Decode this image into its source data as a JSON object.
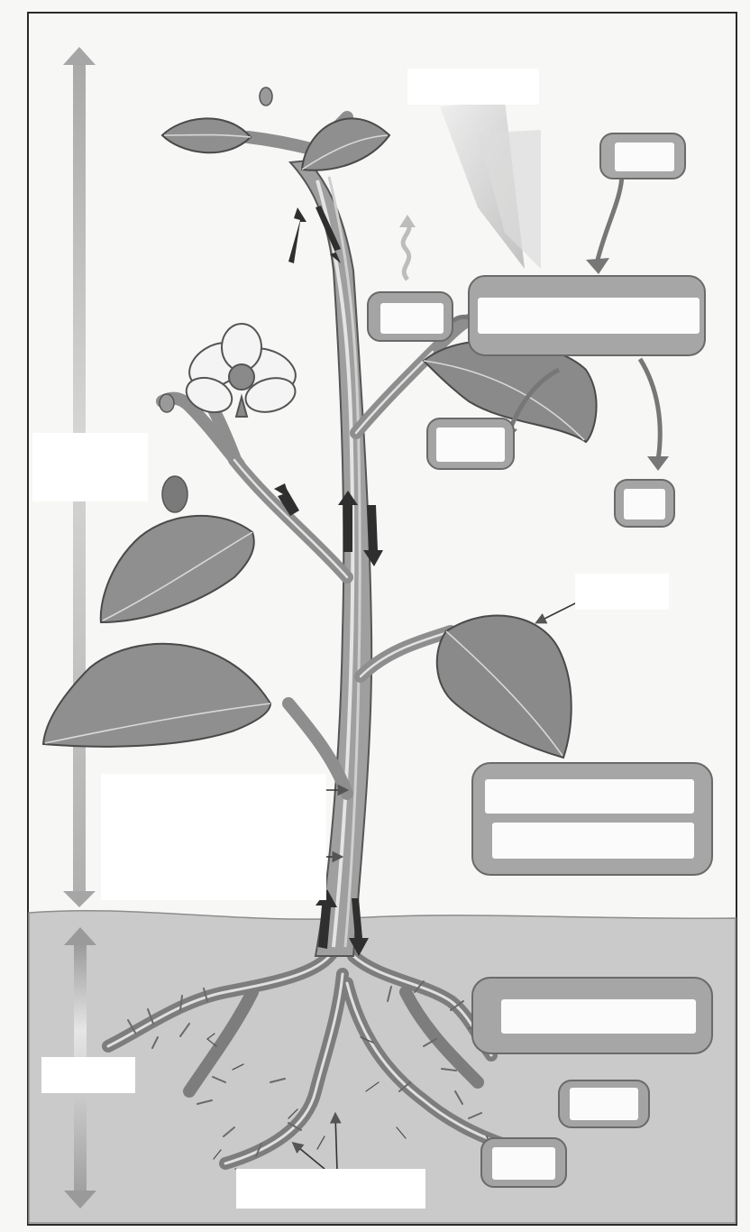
{
  "diagram": {
    "subject": "plant-structure-worksheet",
    "answer_boxes_rounded": 9,
    "blank_label_strips": 6,
    "colors": {
      "paper": "#f7f7f5",
      "frame": "#2a2a2a",
      "leaf": "#8f8f8f",
      "leaf_edge": "#4a4a4a",
      "stem": "#9c9c9c",
      "vascular": "#dcdcdc",
      "soil": "#c9c9c9",
      "box_rim": "#8a8a8a",
      "arrow_dark": "#2f2f2f",
      "range_arrow": "#b3b3b3"
    }
  }
}
